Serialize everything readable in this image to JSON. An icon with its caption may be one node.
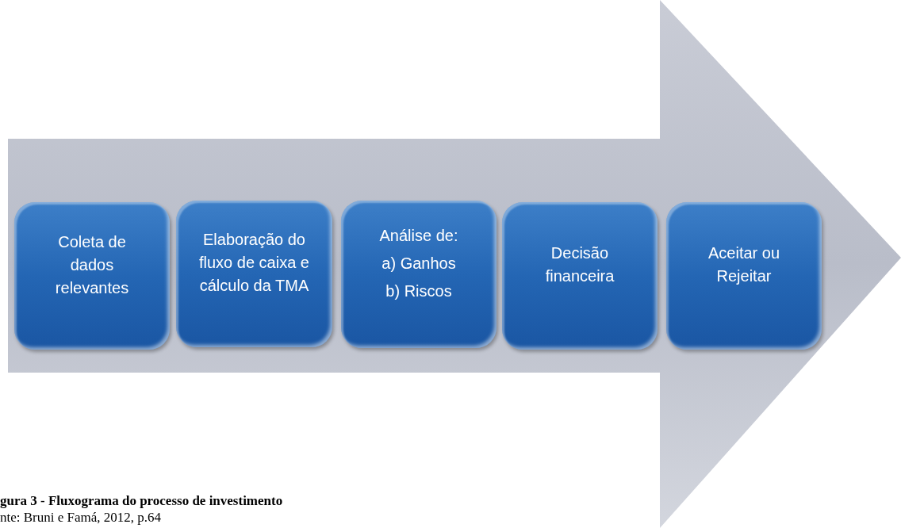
{
  "diagram": {
    "caption": "gura 3 - Fluxograma do processo de investimento",
    "nodes": [
      {
        "text": [
          "Coleta de dados relevantes"
        ]
      },
      {
        "text": [
          "Elaboração do fluxo de caixa e cálculo da TMA"
        ]
      },
      {
        "text": [
          "Análise de:",
          "a) Ganhos",
          "b) Riscos"
        ]
      },
      {
        "text": [
          "Decisão financeira"
        ]
      },
      {
        "text": [
          "Aceitar ou Rejeitar"
        ]
      }
    ],
    "edges": [],
    "labels": [
      "nte: Bruni e Famá, 2012, p.64"
    ]
  }
}
